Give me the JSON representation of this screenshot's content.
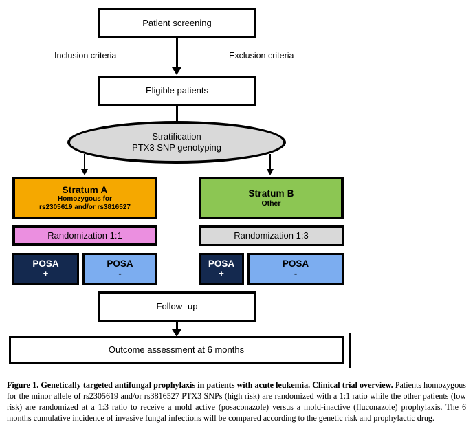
{
  "figure": {
    "nodes": {
      "patient_screening": "Patient screening",
      "eligible_patients": "Eligible patients",
      "stratification_line1": "Stratification",
      "stratification_line2": "PTX3 SNP genotyping",
      "stratum_a_title": "Stratum A",
      "stratum_a_sub1": "Homozygous for",
      "stratum_a_sub2": "rs2305619  and/or rs3816527",
      "stratum_b_title": "Stratum B",
      "stratum_b_sub1": "Other",
      "randomization_a": "Randomization 1:1",
      "randomization_b": "Randomization 1:3",
      "posa_label": "POSA",
      "posa_plus_sign": "+",
      "posa_minus_sign": "-",
      "follow_up": "Follow -up",
      "outcome": "Outcome assessment at 6 months"
    },
    "edge_labels": {
      "inclusion": "Inclusion criteria",
      "exclusion": "Exclusion criteria"
    },
    "colors": {
      "stratum_a_fill": "#f5a800",
      "stratum_b_fill": "#8cc653",
      "randomization_a_fill": "#eb8fe0",
      "randomization_b_fill": "#d9d9d9",
      "ellipse_fill": "#d9d9d9",
      "posa_plus_fill": "#14294f",
      "posa_minus_fill": "#7cadf0",
      "stroke": "#000000",
      "box_fill": "#ffffff"
    }
  },
  "caption": {
    "lead": "Figure 1. Genetically targeted antifungal prophylaxis in patients with acute leukemia. Clinical trial overview.",
    "body": " Patients homozygous for the minor allele of rs2305619 and/or rs3816527 PTX3 SNPs (high risk) are randomized with a 1:1 ratio while the other patients (low risk) are randomized at a 1:3 ratio to receive a mold active (posaconazole) versus a mold-inactive (fluconazole) prophylaxis. The 6 months cumulative incidence of invasive fungal infections will be compared according to the genetic risk and prophylactic drug."
  }
}
